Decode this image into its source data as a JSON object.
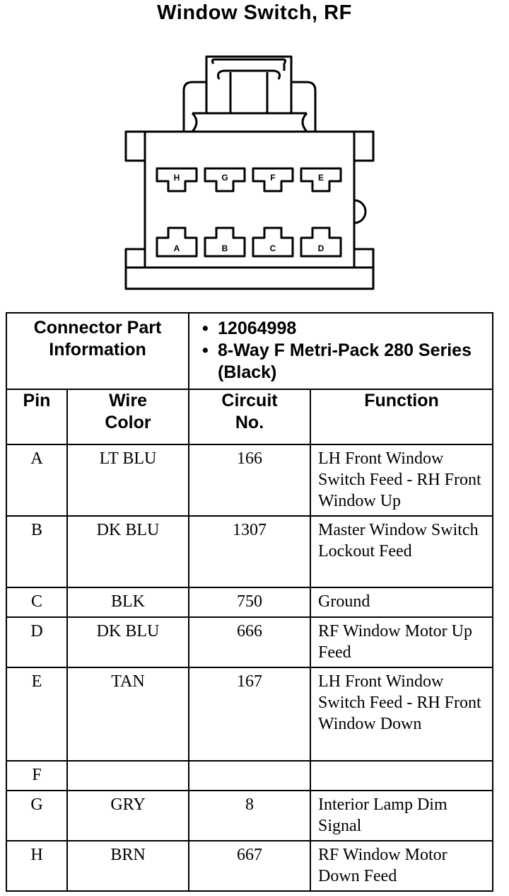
{
  "title": "Window Switch, RF",
  "pins": [
    {
      "label": "H"
    },
    {
      "label": "G"
    },
    {
      "label": "F"
    },
    {
      "label": "E"
    },
    {
      "label": "A"
    },
    {
      "label": "B"
    },
    {
      "label": "C"
    },
    {
      "label": "D"
    }
  ],
  "connector_info": {
    "label": "Connector Part Information",
    "items": [
      "12064998",
      "8-Way F Metri-Pack 280 Series (Black)"
    ]
  },
  "columns": {
    "pin": "Pin",
    "wire": "Wire Color",
    "circuit": "Circuit No.",
    "function": "Function"
  },
  "rows": [
    {
      "pin": "A",
      "wire": "LT BLU",
      "circuit": "166",
      "function": "LH Front Window Switch Feed - RH Front Window Up"
    },
    {
      "pin": "B",
      "wire": "DK BLU",
      "circuit": "1307",
      "function": "Master Window Switch Lockout Feed"
    },
    {
      "pin": "C",
      "wire": "BLK",
      "circuit": "750",
      "function": "Ground"
    },
    {
      "pin": "D",
      "wire": "DK BLU",
      "circuit": "666",
      "function": "RF Window Motor Up Feed"
    },
    {
      "pin": "E",
      "wire": "TAN",
      "circuit": "167",
      "function": "LH Front Window Switch Feed - RH Front Window Down"
    },
    {
      "pin": "F",
      "wire": "",
      "circuit": "",
      "function": ""
    },
    {
      "pin": "G",
      "wire": "GRY",
      "circuit": "8",
      "function": "Interior Lamp Dim Signal"
    },
    {
      "pin": "H",
      "wire": "BRN",
      "circuit": "667",
      "function": "RF Window Motor Down Feed"
    }
  ]
}
